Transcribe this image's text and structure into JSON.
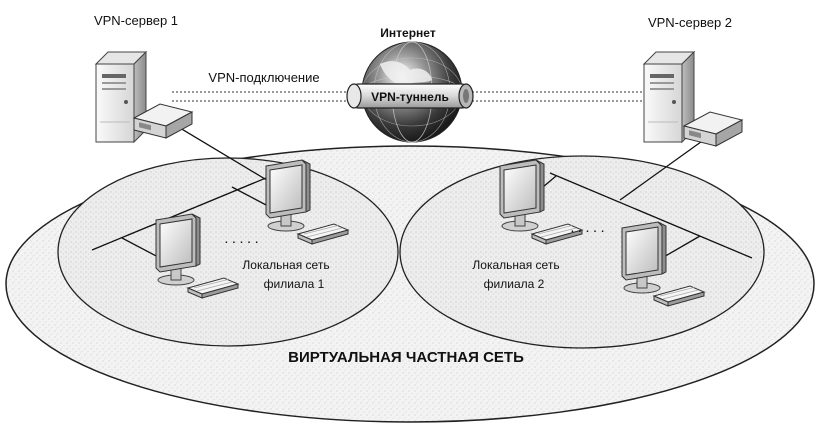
{
  "servers": {
    "left": "VPN-сервер 1",
    "right": "VPN-сервер 2"
  },
  "internet": "Интернет",
  "connection": "VPN-подключение",
  "tunnel": "VPN-туннель",
  "lan1": {
    "line1": "Локальная сеть",
    "line2": "филиала 1"
  },
  "lan2": {
    "line1": "Локальная сеть",
    "line2": "филиала 2"
  },
  "vpn": "ВИРТУАЛЬНАЯ ЧАСТНАЯ СЕТЬ",
  "ellipsis": ". . . . ."
}
